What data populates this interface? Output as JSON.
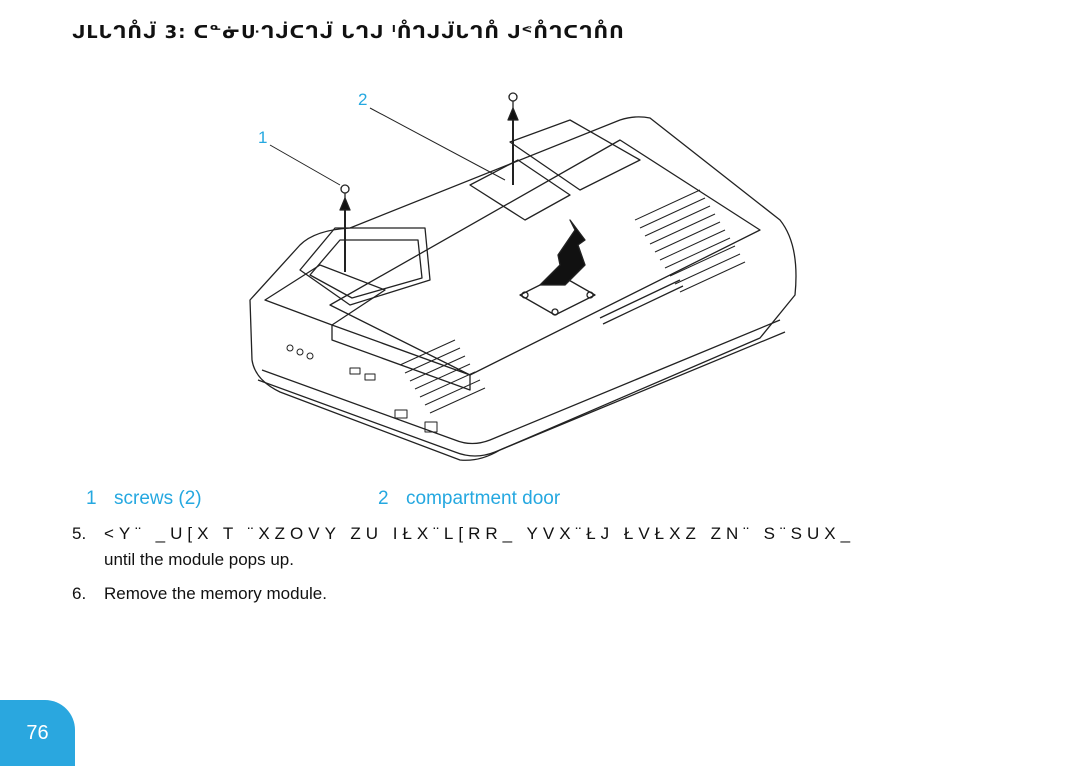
{
  "header": {
    "title": "ᒍᒪᒐᒉᑍᒏ 3: ᑕᓐᓃᑘᒉᒎᑕᒉᒏ ᒐᒉᒍ ᑊᑍᒉᒍᒏᒐᒉᑍ ᒍᕝᑍᒉᑕᒉᑍᑎ"
  },
  "figure": {
    "callouts": [
      {
        "number": "1"
      },
      {
        "number": "2"
      }
    ]
  },
  "legend": [
    {
      "number": "1",
      "label": "screws (2)"
    },
    {
      "number": "2",
      "label": "compartment door"
    }
  ],
  "steps": [
    {
      "number": "5.",
      "line1": "<Y¨ _U[X T ¨XZOVY ZU IŁX¨L[RR_ YVX¨ŁJ ŁVŁXZ ZN¨ S¨SUX_",
      "line2": "until the module pops up."
    },
    {
      "number": "6.",
      "line1": "Remove the memory module."
    }
  ],
  "page": {
    "number": "76"
  },
  "colors": {
    "accent": "#25a8e0",
    "tab": "#2aa7df"
  }
}
